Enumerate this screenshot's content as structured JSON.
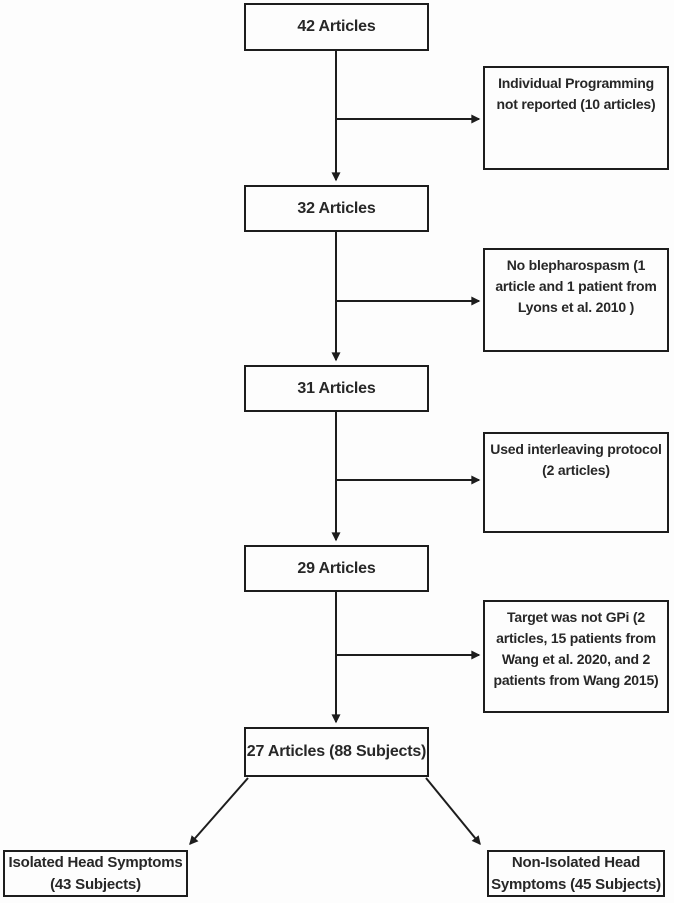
{
  "diagram": {
    "type": "flowchart",
    "nodes": {
      "main": [
        {
          "id": "articles-42",
          "label": "42 Articles"
        },
        {
          "id": "articles-32",
          "label": "32 Articles"
        },
        {
          "id": "articles-31",
          "label": "31 Articles"
        },
        {
          "id": "articles-29",
          "label": "29 Articles"
        },
        {
          "id": "articles-27",
          "label": "27 Articles (88 Subjects)"
        }
      ],
      "exclusions": [
        {
          "id": "individual-programming-not-reported",
          "label": "Individual Programming not reported (10 articles)"
        },
        {
          "id": "no-blepharospasm",
          "label": "No blepharospasm (1 article and 1 patient from Lyons et al. 2010 )"
        },
        {
          "id": "interleaving-protocol",
          "label": "Used interleaving protocol (2 articles)"
        },
        {
          "id": "target-not-gpi",
          "label": "Target was not GPi (2 articles, 15 patients from Wang et al. 2020, and 2 patients from Wang 2015)"
        }
      ],
      "outcomes": [
        {
          "id": "isolated-head",
          "label": "Isolated Head Symptoms (43 Subjects)"
        },
        {
          "id": "non-isolated-head",
          "label": "Non-Isolated Head Symptoms (45 Subjects)"
        }
      ]
    },
    "edges": [
      {
        "from": "articles-42",
        "to": "individual-programming-not-reported"
      },
      {
        "from": "articles-42",
        "to": "articles-32"
      },
      {
        "from": "articles-32",
        "to": "no-blepharospasm"
      },
      {
        "from": "articles-32",
        "to": "articles-31"
      },
      {
        "from": "articles-31",
        "to": "interleaving-protocol"
      },
      {
        "from": "articles-31",
        "to": "articles-29"
      },
      {
        "from": "articles-29",
        "to": "target-not-gpi"
      },
      {
        "from": "articles-29",
        "to": "articles-27"
      },
      {
        "from": "articles-27",
        "to": "isolated-head"
      },
      {
        "from": "articles-27",
        "to": "non-isolated-head"
      }
    ],
    "colors": {
      "border": "#1d1d1d",
      "line": "#1d1d1d",
      "text": "#272727",
      "background": "#fdfdfd"
    }
  }
}
